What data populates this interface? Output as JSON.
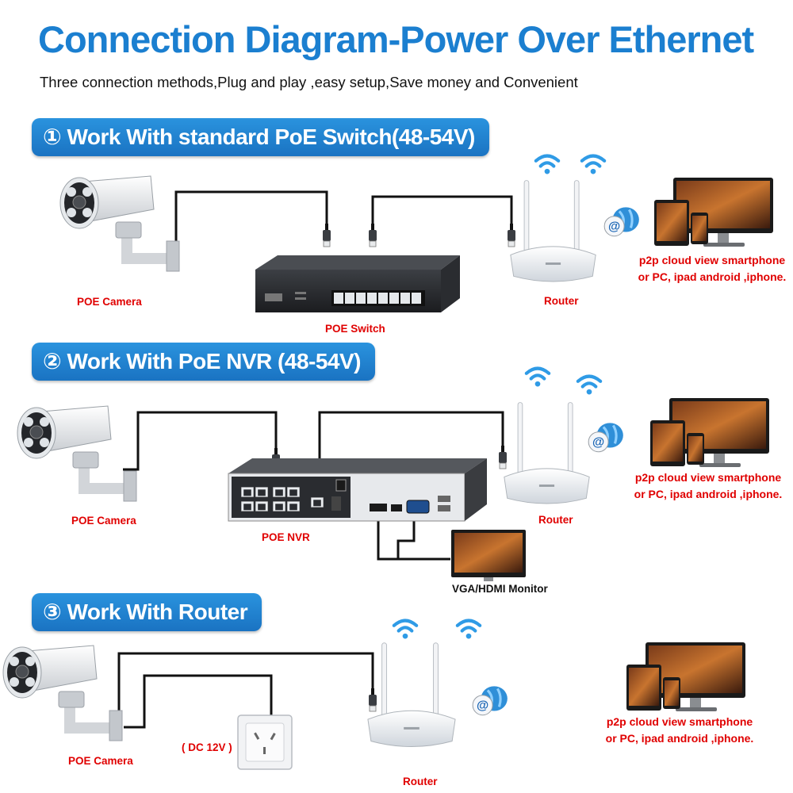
{
  "title": "Connection Diagram-Power Over Ethernet",
  "subtitle": "Three connection methods,Plug and play ,easy setup,Save money and Convenient",
  "sections": [
    {
      "banner": "① Work With standard PoE Switch(48-54V)",
      "camera_label": "POE Camera",
      "switch_label": "POE Switch",
      "router_label": "Router",
      "p2p_line1": "p2p cloud  view smartphone",
      "p2p_line2": "or PC, ipad android ,iphone."
    },
    {
      "banner": "② Work With PoE NVR (48-54V)",
      "camera_label": "POE Camera",
      "nvr_label": "POE NVR",
      "router_label": "Router",
      "monitor_label": "VGA/HDMI Monitor",
      "p2p_line1": "p2p cloud  view smartphone",
      "p2p_line2": "or PC, ipad android ,iphone."
    },
    {
      "banner": "③ Work With Router",
      "camera_label": "POE Camera",
      "dc_label": "( DC 12V )",
      "router_label": "Router",
      "p2p_line1": "p2p cloud  view smartphone",
      "p2p_line2": "or PC, ipad android ,iphone."
    }
  ],
  "colors": {
    "title_blue": "#1b7fd0",
    "banner_blue": "#1e7fd0",
    "label_red": "#e00000",
    "cable": "#111111"
  }
}
